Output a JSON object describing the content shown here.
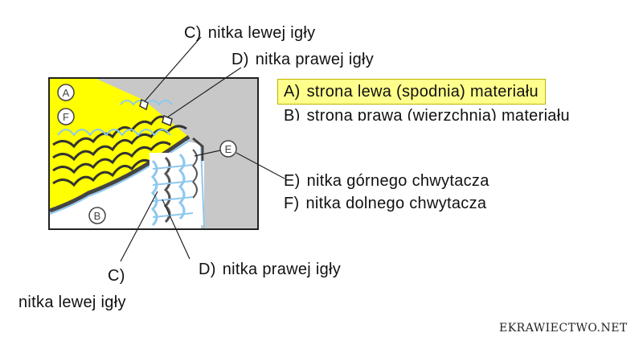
{
  "colors": {
    "fabric_wrong_side": "#ffff00",
    "fabric_right_side": "#ffffff",
    "background_panel": "#c8c8c8",
    "thread_blue": "#8ec8ee",
    "highlight_box": "#ffff8c"
  },
  "figure_markers": {
    "a": "A",
    "b": "B",
    "e": "E",
    "f": "F"
  },
  "legend": {
    "a": {
      "key": "A)",
      "text": "strona lewa (spodnia) materiału"
    },
    "b": {
      "key": "B)",
      "text": "strona prawa (wierzchnia) materiału"
    },
    "e": {
      "key": "E)",
      "text": "nitka górnego chwytacza"
    },
    "f": {
      "key": "F)",
      "text": "nitka dolnego chwytacza"
    }
  },
  "callouts": {
    "c_top": {
      "key": "C)",
      "text": "nitka lewej igły"
    },
    "d_top": {
      "key": "D)",
      "text": "nitka prawej igły"
    },
    "d_bottom": {
      "key": "D)",
      "text": "nitka prawej igły"
    },
    "c_bottom": {
      "key": "C)",
      "text": "nitka lewej igły"
    }
  },
  "watermark": "EKRAWIECTWO.NET"
}
